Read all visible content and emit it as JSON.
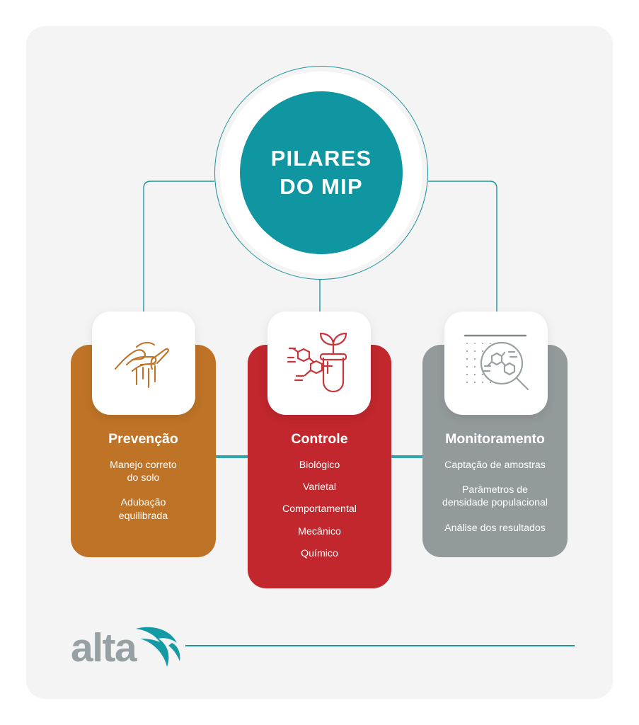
{
  "palette": {
    "background": "#ffffff",
    "panel": "#f4f4f4",
    "teal": "#0f96a1",
    "teal_line": "#1e93a0",
    "orange": "#be7326",
    "red": "#c1272d",
    "gray": "#939a9c",
    "white": "#ffffff",
    "logo_gray": "#97a0a4"
  },
  "hub": {
    "title_line1": "PILARES",
    "title_line2": "DO MIP"
  },
  "pillars": [
    {
      "key": "prevencao",
      "title": "Prevenção",
      "color": "#be7326",
      "icon": "hand-soil-icon",
      "items": [
        "Manejo correto\ndo solo",
        "Adubação\nequilibrada"
      ]
    },
    {
      "key": "controle",
      "title": "Controle",
      "color": "#c1272d",
      "icon": "test-tube-sprout-molecule-icon",
      "items": [
        "Biológico",
        "Varietal",
        "Comportamental",
        "Mecânico",
        "Químico"
      ]
    },
    {
      "key": "monitoramento",
      "title": "Monitoramento",
      "color": "#939a9c",
      "icon": "magnifier-molecule-icon",
      "items": [
        "Captação de amostras",
        "Parâmetros de\ndensidade populacional",
        "Análise dos resultados"
      ]
    }
  ],
  "footer": {
    "logo_text": "alta",
    "logo_mark": "alta-bird-mark-icon"
  }
}
